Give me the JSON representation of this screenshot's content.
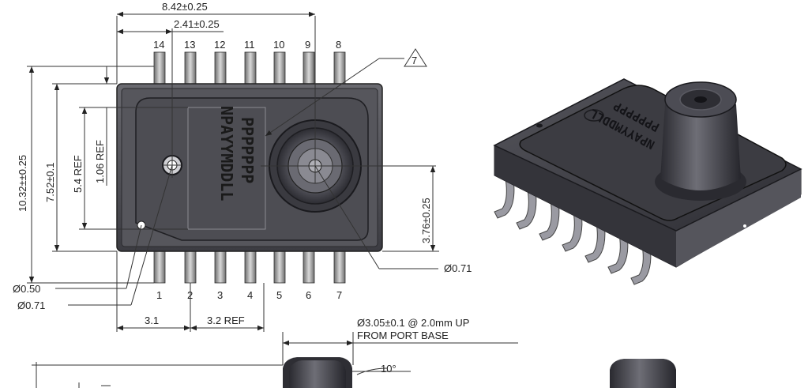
{
  "drawing": {
    "dims": {
      "overall_width": "8.42±0.25",
      "pin_offset": "2.41±0.25",
      "overall_height": "10.32±±0.25",
      "body_height": "7.52±0.1",
      "ref_54": "5.4 REF",
      "ref_106": "1.06 REF",
      "port_offset": "3.76±0.25",
      "port_hole": "Ø0.71",
      "small_hole_a": "Ø0.50",
      "small_hole_b": "Ø0.71",
      "pin_span_a": "3.1",
      "pin_span_b": "3.2 REF",
      "port_dia_line1": "Ø3.05±0.1 @ 2.0mm UP",
      "port_dia_line2": "FROM PORT BASE",
      "angle": "10°",
      "note_callout": "7"
    },
    "top_pins": [
      "14",
      "13",
      "12",
      "11",
      "10",
      "9",
      "8"
    ],
    "bottom_pins": [
      "1",
      "2",
      "3",
      "4",
      "5",
      "6",
      "7"
    ],
    "marking": {
      "line1": "PPPPPPP",
      "line2": "NPAYYMDDLL"
    },
    "iso_marking": {
      "line1": "PPPPPPP",
      "line2": "NPAYYMDDLL"
    }
  }
}
